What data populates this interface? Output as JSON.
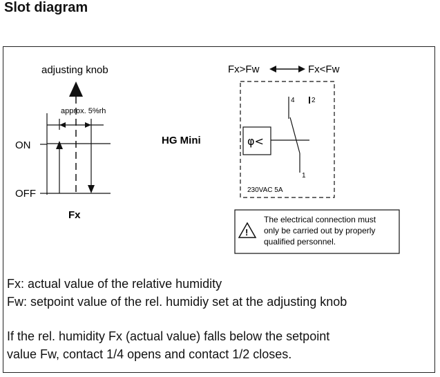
{
  "title": "Slot diagram",
  "diagram": {
    "knob_label": "adjusting knob",
    "hysteresis_label": "approx. 5%rh",
    "on_label": "ON",
    "off_label": "OFF",
    "fx_label": "Fx",
    "device_label": "HG Mini",
    "direction_left": "Fx>Fw",
    "direction_right": "Fx<Fw",
    "terminals": [
      "4",
      "2",
      "1"
    ],
    "sensor_symbol": "φ<",
    "rating": "230VAC  5A",
    "warning_lines": [
      "The electrical connection must",
      "only be carried  out by properly",
      "qualified personnel."
    ]
  },
  "description": {
    "fx_line": "Fx: actual value of the relative humidity",
    "fw_line": "Fw: setpoint value of the rel. humidiy set at the adjusting knob",
    "behavior_line1": "If the rel. humidity Fx (actual value) falls below the setpoint",
    "behavior_line2": "value Fw, contact 1/4 opens and contact 1/2 closes."
  }
}
